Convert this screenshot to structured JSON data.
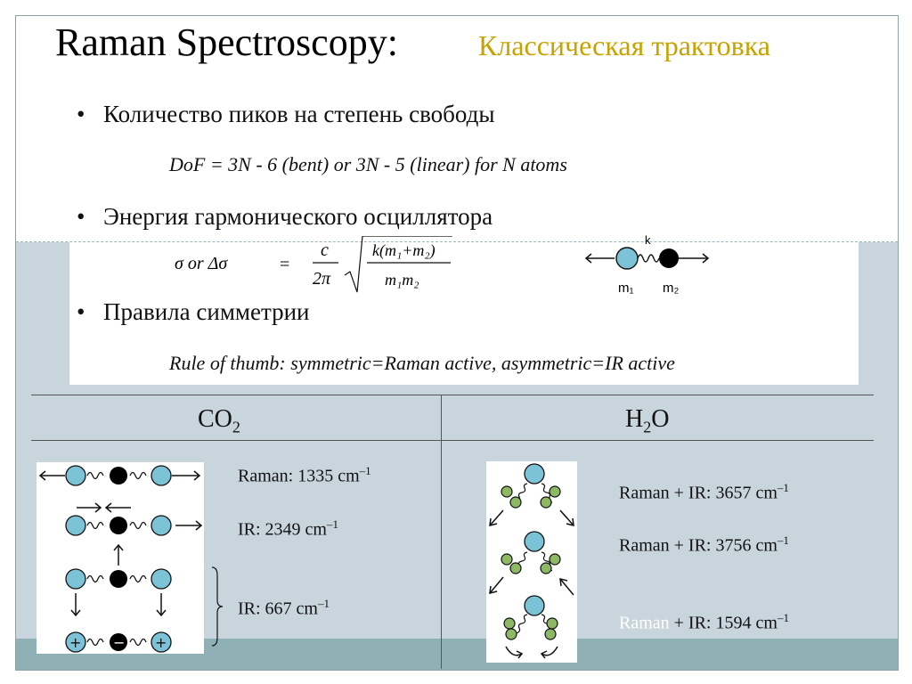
{
  "slide": {
    "title": "Raman Spectroscopy:",
    "subtitle": "Классическая трактовка",
    "colors": {
      "subtitle": "#c6a300",
      "background": "#c9d5dc",
      "band": "#8fb0b4",
      "atom_blue": "#7cc3d8",
      "atom_black": "#000000",
      "atom_green": "#8db864"
    }
  },
  "bullets": [
    {
      "text": "Количество пиков на степень свободы",
      "detail": "DoF = 3N - 6 (bent) or 3N - 5 (linear) for N atoms"
    },
    {
      "text": "Энергия гармонического осциллятора"
    },
    {
      "text": "Правила симметрии",
      "detail": "Rule of thumb: symmetric=Raman active, asymmetric=IR active"
    }
  ],
  "oscillator": {
    "lhs": "σ or Δσ",
    "equals": "=",
    "c": "c",
    "two_pi": "2π",
    "numerator": "k(m₁+m₂)",
    "denominator": "m₁m₂",
    "spring_label": "k",
    "mass1_label": "m₁",
    "mass2_label": "m₂"
  },
  "table": {
    "co2": {
      "header_main": "CO",
      "header_sub": "2",
      "bands": [
        {
          "label": "Raman: 1335 cm",
          "exp": "–1"
        },
        {
          "label": "IR: 2349 cm",
          "exp": "–1"
        },
        {
          "label": "IR: 667 cm",
          "exp": "–1"
        }
      ],
      "mode_signs": [
        "+",
        "−",
        "+"
      ]
    },
    "h2o": {
      "header_h": "H",
      "header_sub": "2",
      "header_o": "O",
      "bands": [
        {
          "label": "Raman + IR: 3657 cm",
          "exp": "–1"
        },
        {
          "label": "Raman + IR: 3756 cm",
          "exp": "–1"
        },
        {
          "faded": "Raman",
          "label": " + IR: 1594 cm",
          "exp": "–1"
        }
      ]
    }
  }
}
